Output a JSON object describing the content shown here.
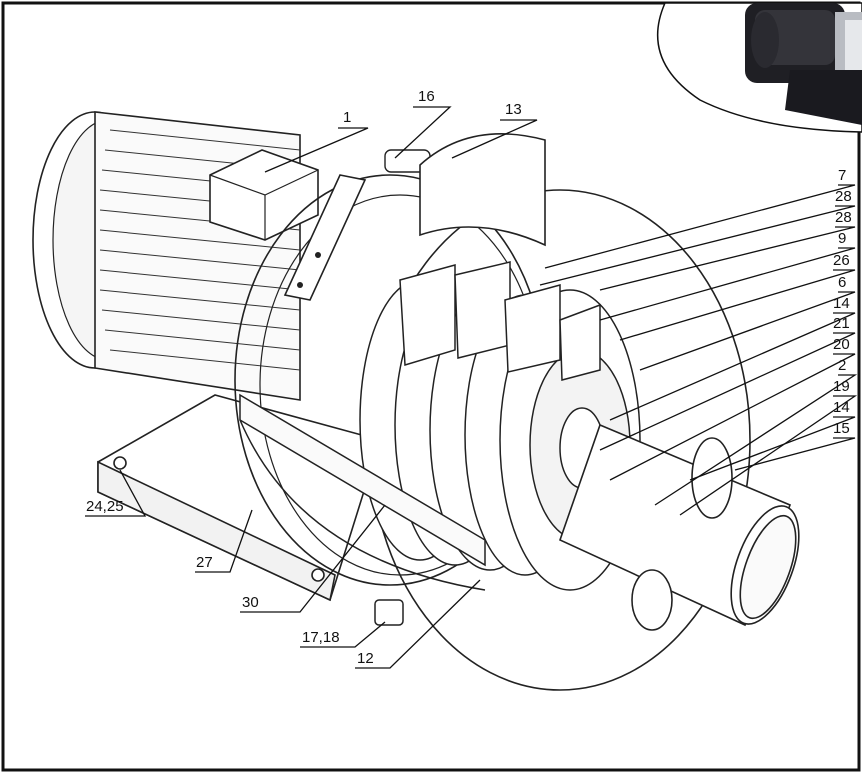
{
  "figure": {
    "labels": {
      "l1": "1",
      "l16": "16",
      "l13": "13",
      "l7": "7",
      "l28a": "28",
      "l28b": "28",
      "l9": "9",
      "l26": "26",
      "l6": "6",
      "l14a": "14",
      "l21": "21",
      "l20": "20",
      "l2": "2",
      "l19": "19",
      "l14b": "14",
      "l15": "15",
      "l24_25": "24,25",
      "l27": "27",
      "l30": "30",
      "l17_18": "17,18",
      "l12": "12"
    }
  }
}
